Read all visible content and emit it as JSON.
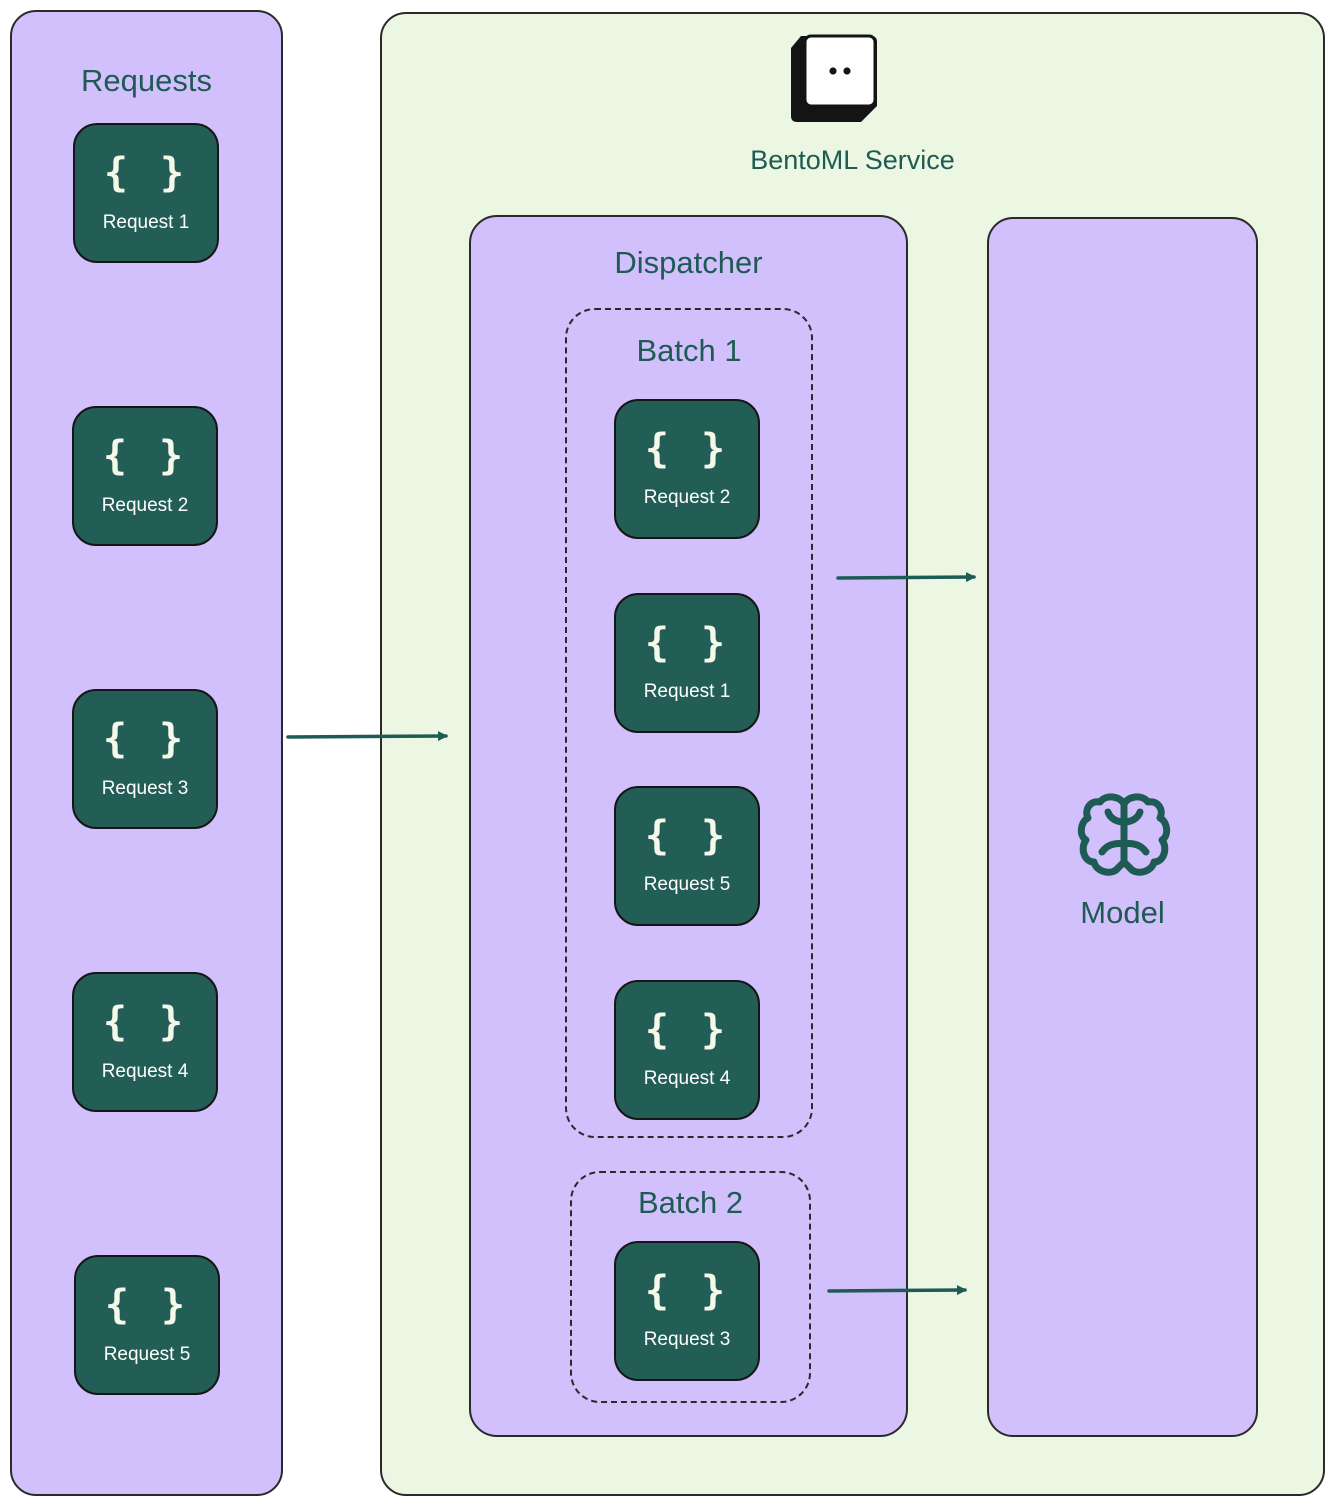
{
  "requests_panel": {
    "title": "Requests",
    "items": [
      {
        "braces": "{ }",
        "label": "Request 1"
      },
      {
        "braces": "{ }",
        "label": "Request 2"
      },
      {
        "braces": "{ }",
        "label": "Request 3"
      },
      {
        "braces": "{ }",
        "label": "Request 4"
      },
      {
        "braces": "{ }",
        "label": "Request 5"
      }
    ]
  },
  "service": {
    "title": "BentoML Service",
    "logo_icon": "bento-box-icon"
  },
  "dispatcher": {
    "title": "Dispatcher",
    "batches": [
      {
        "title": "Batch 1",
        "items": [
          {
            "braces": "{ }",
            "label": "Request 2"
          },
          {
            "braces": "{ }",
            "label": "Request 1"
          },
          {
            "braces": "{ }",
            "label": "Request 5"
          },
          {
            "braces": "{ }",
            "label": "Request 4"
          }
        ]
      },
      {
        "title": "Batch 2",
        "items": [
          {
            "braces": "{ }",
            "label": "Request 3"
          }
        ]
      }
    ]
  },
  "model": {
    "title": "Model",
    "icon": "brain-icon"
  },
  "colors": {
    "panel_purple": "#d1c0fb",
    "service_green": "#ebf7e2",
    "card_teal": "#235e56",
    "text_teal": "#1f5b55",
    "arrow": "#1f5b55"
  }
}
